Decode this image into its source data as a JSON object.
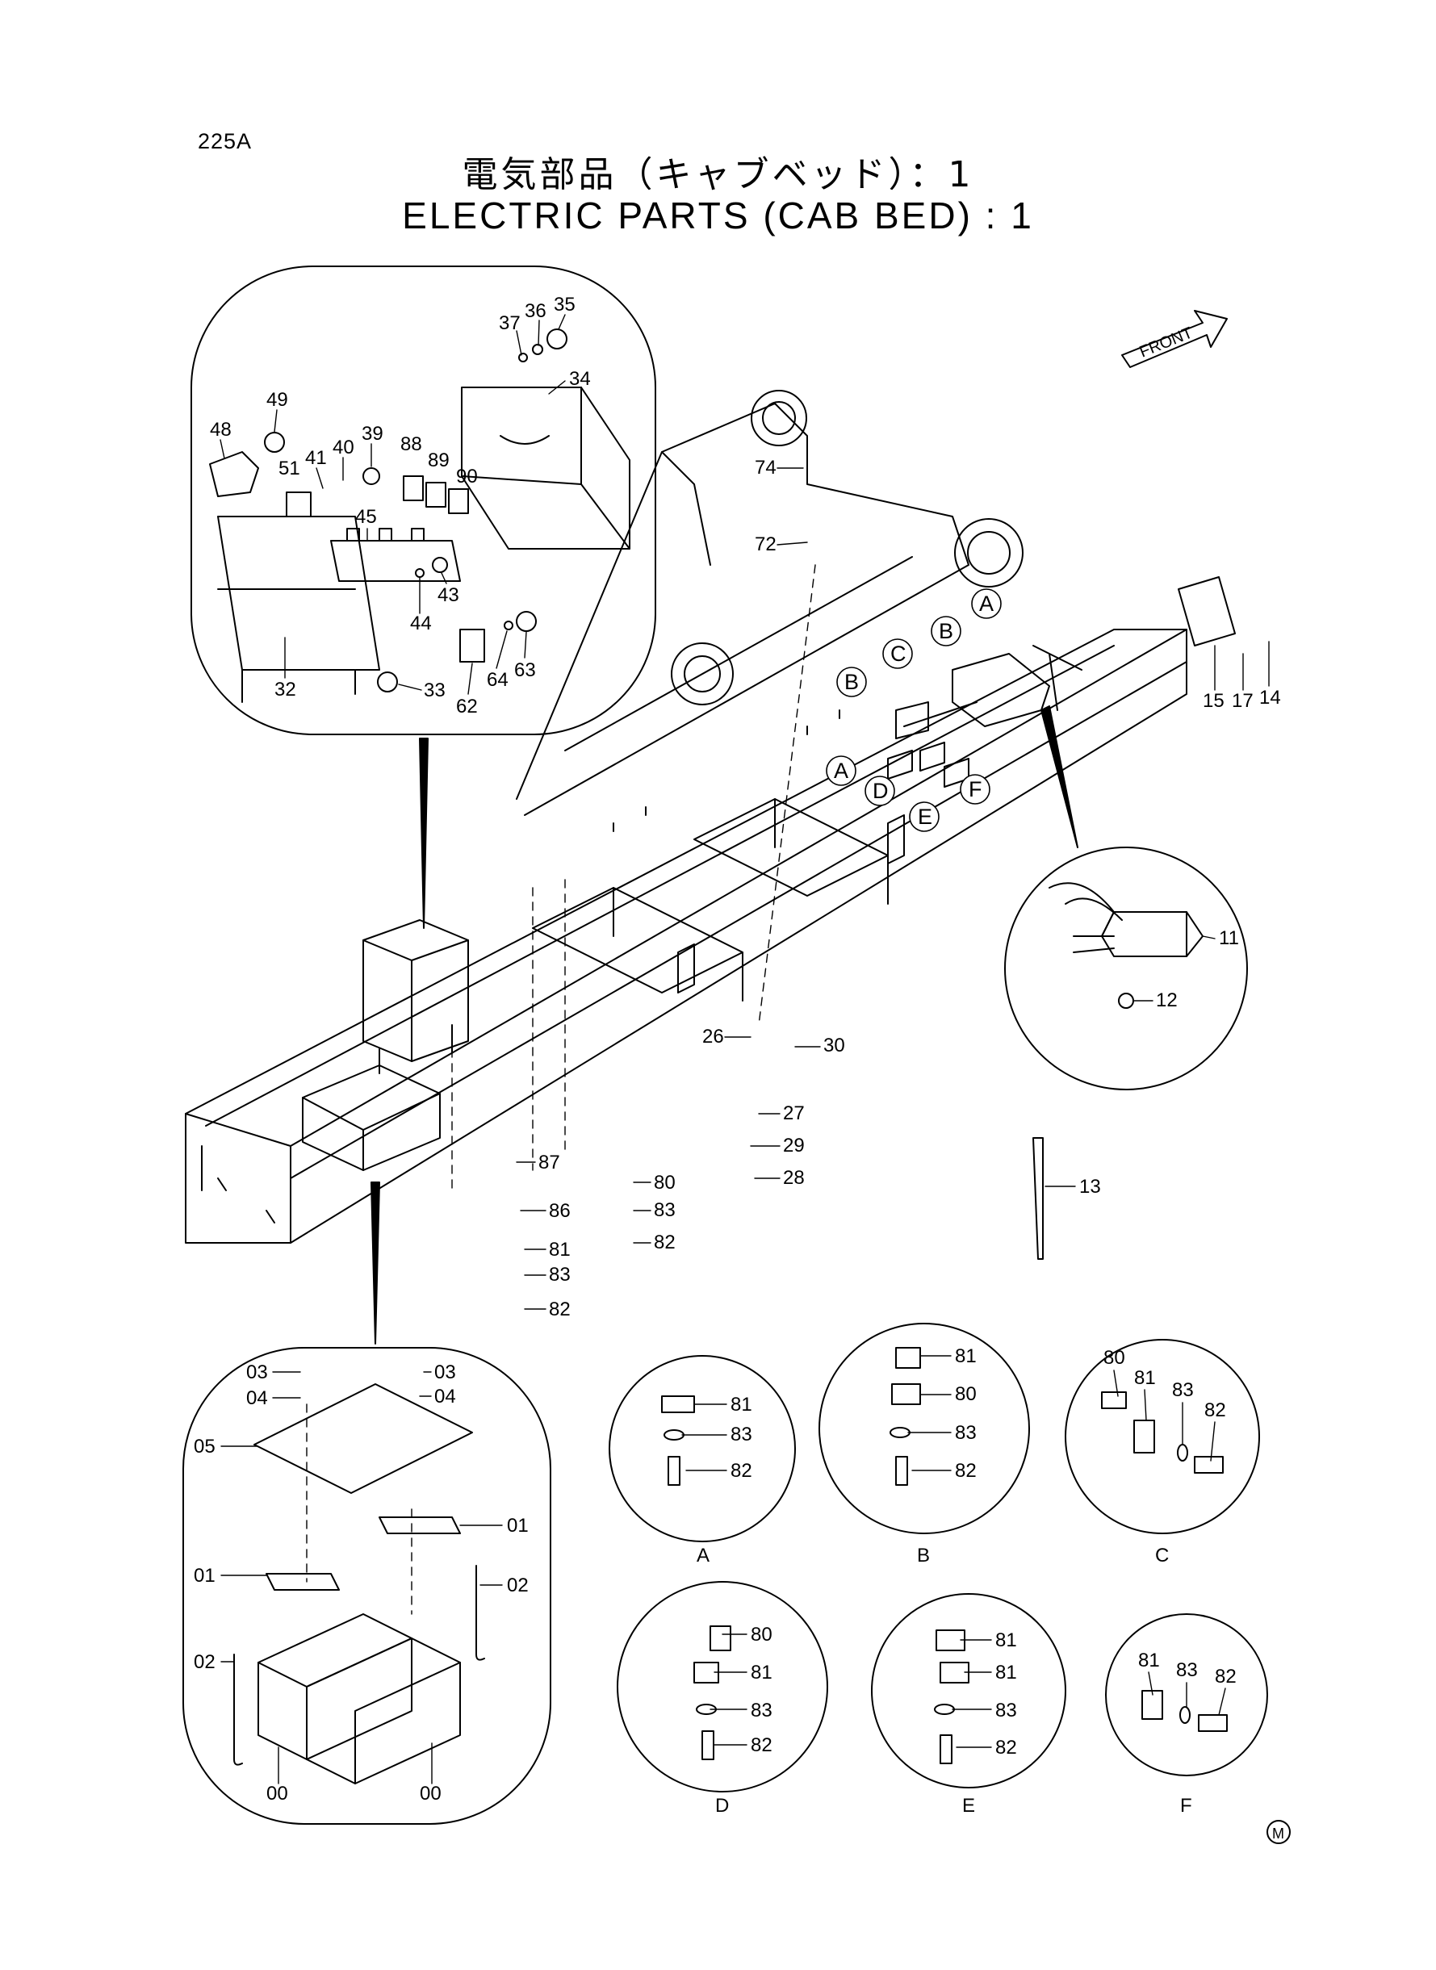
{
  "page": {
    "number": "225A"
  },
  "title": {
    "japanese": "電気部品（キャブベッド）：1",
    "english": "ELECTRIC PARTS (CAB BED) : 1"
  },
  "front_label": "FRONT",
  "mark": "M",
  "upper_detail_labels": [
    "37",
    "36",
    "35",
    "34",
    "49",
    "48",
    "41",
    "40",
    "39",
    "88",
    "89",
    "90",
    "51",
    "45",
    "43",
    "44",
    "63",
    "64",
    "62",
    "33",
    "32"
  ],
  "main_labels": [
    "74",
    "72",
    "15",
    "17",
    "14",
    "11",
    "12",
    "26",
    "30",
    "27",
    "29",
    "28",
    "13",
    "87",
    "86",
    "80",
    "83",
    "82",
    "81",
    "83",
    "82"
  ],
  "location_markers": [
    "A",
    "B",
    "C",
    "B",
    "A",
    "D",
    "E",
    "F"
  ],
  "battery_detail_labels": [
    "03",
    "04",
    "03",
    "04",
    "05",
    "01",
    "01",
    "02",
    "02",
    "00",
    "00"
  ],
  "subviews": [
    {
      "letter": "A",
      "labels": [
        "81",
        "83",
        "82"
      ]
    },
    {
      "letter": "B",
      "labels": [
        "81",
        "80",
        "83",
        "82"
      ]
    },
    {
      "letter": "C",
      "labels": [
        "80",
        "81",
        "83",
        "82"
      ]
    },
    {
      "letter": "D",
      "labels": [
        "80",
        "81",
        "83",
        "82"
      ]
    },
    {
      "letter": "E",
      "labels": [
        "81",
        "81",
        "83",
        "82"
      ]
    },
    {
      "letter": "F",
      "labels": [
        "81",
        "83",
        "82"
      ]
    }
  ]
}
